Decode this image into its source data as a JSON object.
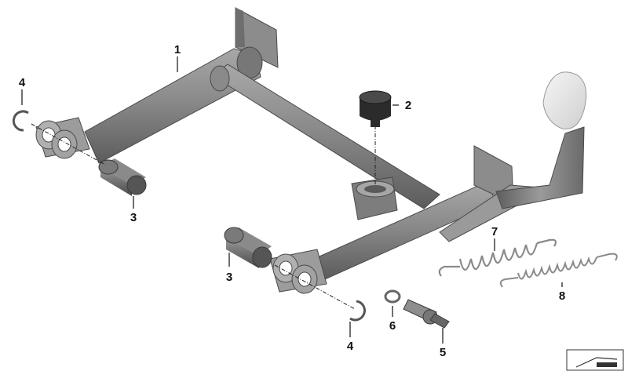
{
  "diagram": {
    "callouts": [
      {
        "id": "c1",
        "label": "1"
      },
      {
        "id": "c2",
        "label": "2"
      },
      {
        "id": "c3a",
        "label": "3"
      },
      {
        "id": "c3b",
        "label": "3"
      },
      {
        "id": "c4a",
        "label": "4"
      },
      {
        "id": "c4b",
        "label": "4"
      },
      {
        "id": "c5",
        "label": "5"
      },
      {
        "id": "c6",
        "label": "6"
      },
      {
        "id": "c7",
        "label": "7"
      },
      {
        "id": "c8",
        "label": "8"
      }
    ]
  },
  "colors": {
    "metal_dark": "#6c6c6c",
    "metal_mid": "#8e8e8e",
    "metal_light": "#b4b4b4",
    "rubber": "#2b2b2b",
    "foot_pad": "#e8e8e8"
  },
  "icons": [
    "parts-catalog-corner-icon"
  ]
}
